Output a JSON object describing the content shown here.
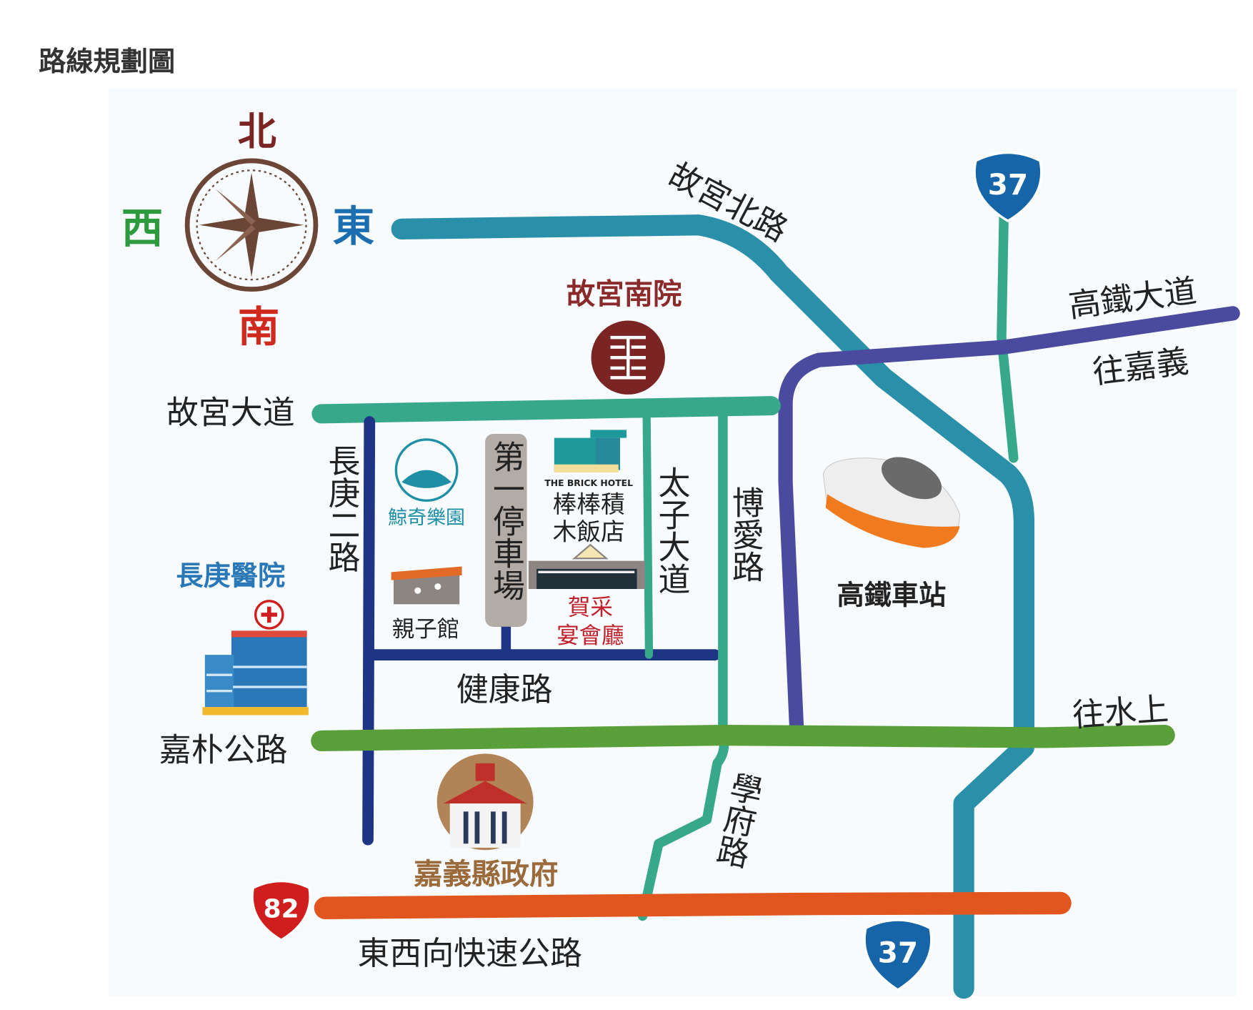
{
  "title": "路線規劃圖",
  "compass": {
    "north": "北",
    "south": "南",
    "east": "東",
    "west": "西"
  },
  "roads": {
    "gugong_north": "故宮北路",
    "hsr_avenue": "高鐵大道",
    "to_chiayi": "往嘉義",
    "gugong_avenue": "故宮大道",
    "changgeng_2nd": "長庚二路",
    "taizi_avenue": "太子大道",
    "boai_road": "博愛路",
    "jiankang_road": "健康路",
    "to_shuishang": "往水上",
    "jiapu_highway": "嘉朴公路",
    "xuefu_road": "學府路",
    "expressway": "東西向快速公路"
  },
  "shields": {
    "route37_north": "37",
    "route37_south": "37",
    "route82": "82"
  },
  "landmarks": {
    "palace_south": "故宮南院",
    "whale_park": "鯨奇樂園",
    "parking": "第一停車場",
    "hotel_en": "THE BRICK HOTEL",
    "hotel_line1": "棒棒積",
    "hotel_line2": "木飯店",
    "banquet_line1": "賀采",
    "banquet_line2": "宴會廳",
    "kids_hall": "親子館",
    "hospital": "長庚醫院",
    "hsr_station": "高鐵車站",
    "county_gov": "嘉義縣政府"
  },
  "colors": {
    "teal": "#2a8fa8",
    "green": "#38a88a",
    "purple": "#4a4a9e",
    "navy": "#1e3585",
    "lime": "#5aa03a",
    "orange": "#e0561e",
    "palace": "#7a2424",
    "shield_blue": "#1565a8",
    "shield_red": "#d01e1e"
  }
}
